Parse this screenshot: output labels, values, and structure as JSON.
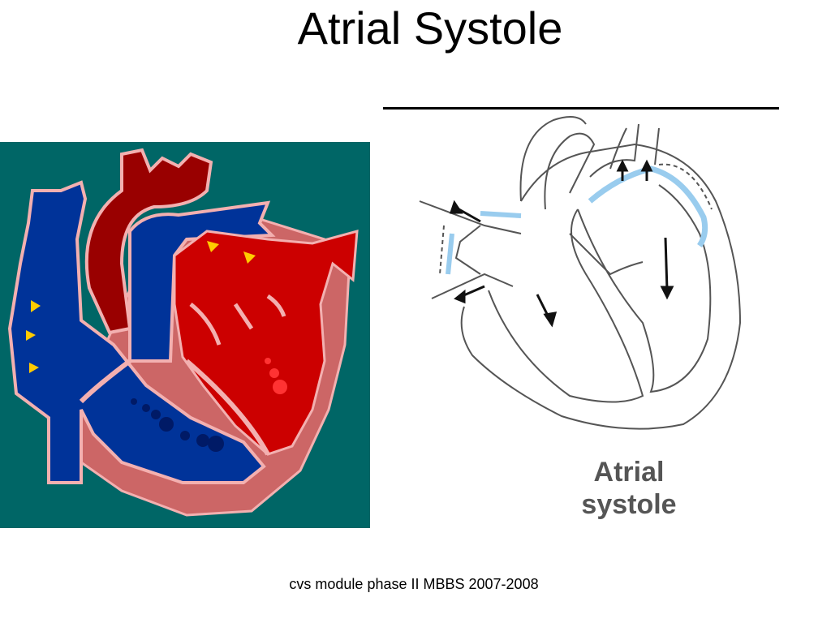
{
  "slide": {
    "title": "Atrial Systole",
    "footer": "cvs module phase II MBBS 2007-2008"
  },
  "diagram_right": {
    "caption_line1": "Atrial",
    "caption_line2": "systole"
  },
  "colors": {
    "background_teal": "#006666",
    "deoxygenated_blue": "#003399",
    "oxygenated_red": "#cc0000",
    "aorta_dark_red": "#990000",
    "myocardium_pink": "#cc6666",
    "valve_yellow": "#ffcc00",
    "contraction_blue": "#99ccee"
  },
  "icons": [
    "flow-arrow-icon"
  ]
}
